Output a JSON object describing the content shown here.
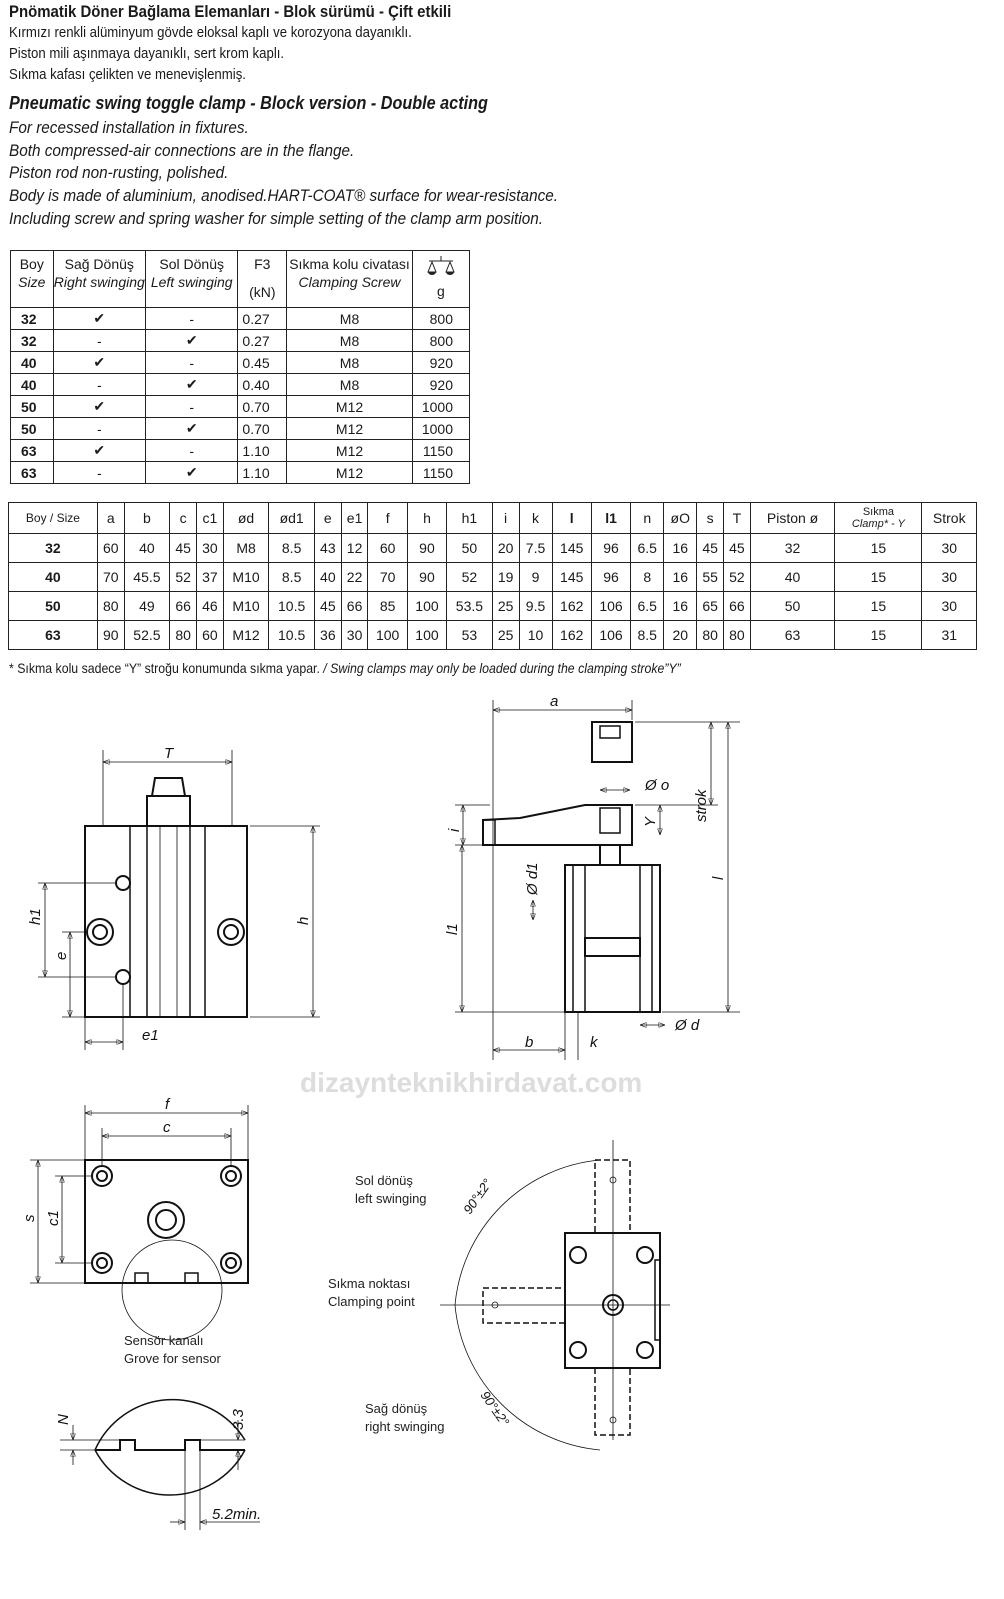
{
  "turkish": {
    "title": "Pnömatik Döner Bağlama Elemanları - Blok sürümü - Çift etkili",
    "lines": [
      "Kırmızı renkli alüminyum gövde eloksal kaplı ve korozyona dayanıklı.",
      "Piston mili aşınmaya dayanıklı, sert krom kaplı.",
      "Sıkma kafası çelikten ve menevişlenmiş."
    ]
  },
  "english": {
    "title": "Pneumatic swing toggle clamp - Block version - Double acting",
    "lines": [
      "For recessed installation in fixtures.",
      "Both compressed-air connections are in the flange.",
      "Piston rod non-rusting, polished.",
      "Body is made of aluminium, anodised.HART-COAT® surface for wear-resistance.",
      "Including screw and spring washer for simple setting of the clamp arm position."
    ]
  },
  "table1": {
    "headers": {
      "size_tr": "Boy",
      "size_en": "Size",
      "right_tr": "Sağ Dönüş",
      "right_en": "Right swinging",
      "left_tr": "Sol Dönüş",
      "left_en": "Left swinging",
      "f3": "F3",
      "f3_unit": "(kN)",
      "screw_tr": "Sıkma kolu civatası",
      "screw_en": "Clamping Screw",
      "weight_unit": "g"
    },
    "rows": [
      [
        "32",
        "✔",
        "-",
        "0.27",
        "M8",
        "800"
      ],
      [
        "32",
        "-",
        "✔",
        "0.27",
        "M8",
        "800"
      ],
      [
        "40",
        "✔",
        "-",
        "0.45",
        "M8",
        "920"
      ],
      [
        "40",
        "-",
        "✔",
        "0.40",
        "M8",
        "920"
      ],
      [
        "50",
        "✔",
        "-",
        "0.70",
        "M12",
        "1000"
      ],
      [
        "50",
        "-",
        "✔",
        "0.70",
        "M12",
        "1000"
      ],
      [
        "63",
        "✔",
        "-",
        "1.10",
        "M12",
        "1150"
      ],
      [
        "63",
        "-",
        "✔",
        "1.10",
        "M12",
        "1150"
      ]
    ]
  },
  "table2": {
    "headers": [
      "Boy / Size",
      "a",
      "b",
      "c",
      "c1",
      "ød",
      "ød1",
      "e",
      "e1",
      "f",
      "h",
      "h1",
      "i",
      "k",
      "l",
      "l1",
      "n",
      "øO",
      "s",
      "T",
      "Piston ø",
      "Sıkma",
      "Strok"
    ],
    "clamp_sub": "Clamp* - Y",
    "rows": [
      [
        "32",
        "60",
        "40",
        "45",
        "30",
        "M8",
        "8.5",
        "43",
        "12",
        "60",
        "90",
        "50",
        "20",
        "7.5",
        "145",
        "96",
        "6.5",
        "16",
        "45",
        "45",
        "32",
        "15",
        "30"
      ],
      [
        "40",
        "70",
        "45.5",
        "52",
        "37",
        "M10",
        "8.5",
        "40",
        "22",
        "70",
        "90",
        "52",
        "19",
        "9",
        "145",
        "96",
        "8",
        "16",
        "55",
        "52",
        "40",
        "15",
        "30"
      ],
      [
        "50",
        "80",
        "49",
        "66",
        "46",
        "M10",
        "10.5",
        "45",
        "66",
        "85",
        "100",
        "53.5",
        "25",
        "9.5",
        "162",
        "106",
        "6.5",
        "16",
        "65",
        "66",
        "50",
        "15",
        "30"
      ],
      [
        "63",
        "90",
        "52.5",
        "80",
        "60",
        "M12",
        "10.5",
        "36",
        "30",
        "100",
        "100",
        "53",
        "25",
        "10",
        "162",
        "106",
        "8.5",
        "20",
        "80",
        "80",
        "63",
        "15",
        "31"
      ]
    ]
  },
  "footnote": {
    "tr": "* Sıkma kolu sadece “Y” stroğu konumunda sıkma yapar. ",
    "en": "/ Swing clamps may only be loaded during the clamping stroke”Y”"
  },
  "drawings": {
    "front": {
      "T": "T",
      "h": "h",
      "h1": "h1",
      "e": "e",
      "e1": "e1"
    },
    "side": {
      "a": "a",
      "l": "l",
      "l1": "l1",
      "strok": "strok",
      "o": "Ø o",
      "y": "Y",
      "i": "i",
      "d1": "Ø d1",
      "d": "Ø d",
      "b": "b",
      "k": "k"
    },
    "top": {
      "f": "f",
      "c": "c",
      "s": "s",
      "c1": "c1"
    },
    "sensor_tr": "Sensör kanalı",
    "sensor_en": "Grove for sensor",
    "detail": {
      "n": "N",
      "depth": "3.3",
      "width": "5.2min."
    },
    "swing": {
      "left_tr": "Sol dönüş",
      "left_en": "left swinging",
      "clamp_tr": "Sıkma noktası",
      "clamp_en": "Clamping point",
      "right_tr": "Sağ dönüş",
      "right_en": "right swinging",
      "angle": "90°±2°"
    },
    "watermark": "dizaynteknikhirdavat.com"
  }
}
